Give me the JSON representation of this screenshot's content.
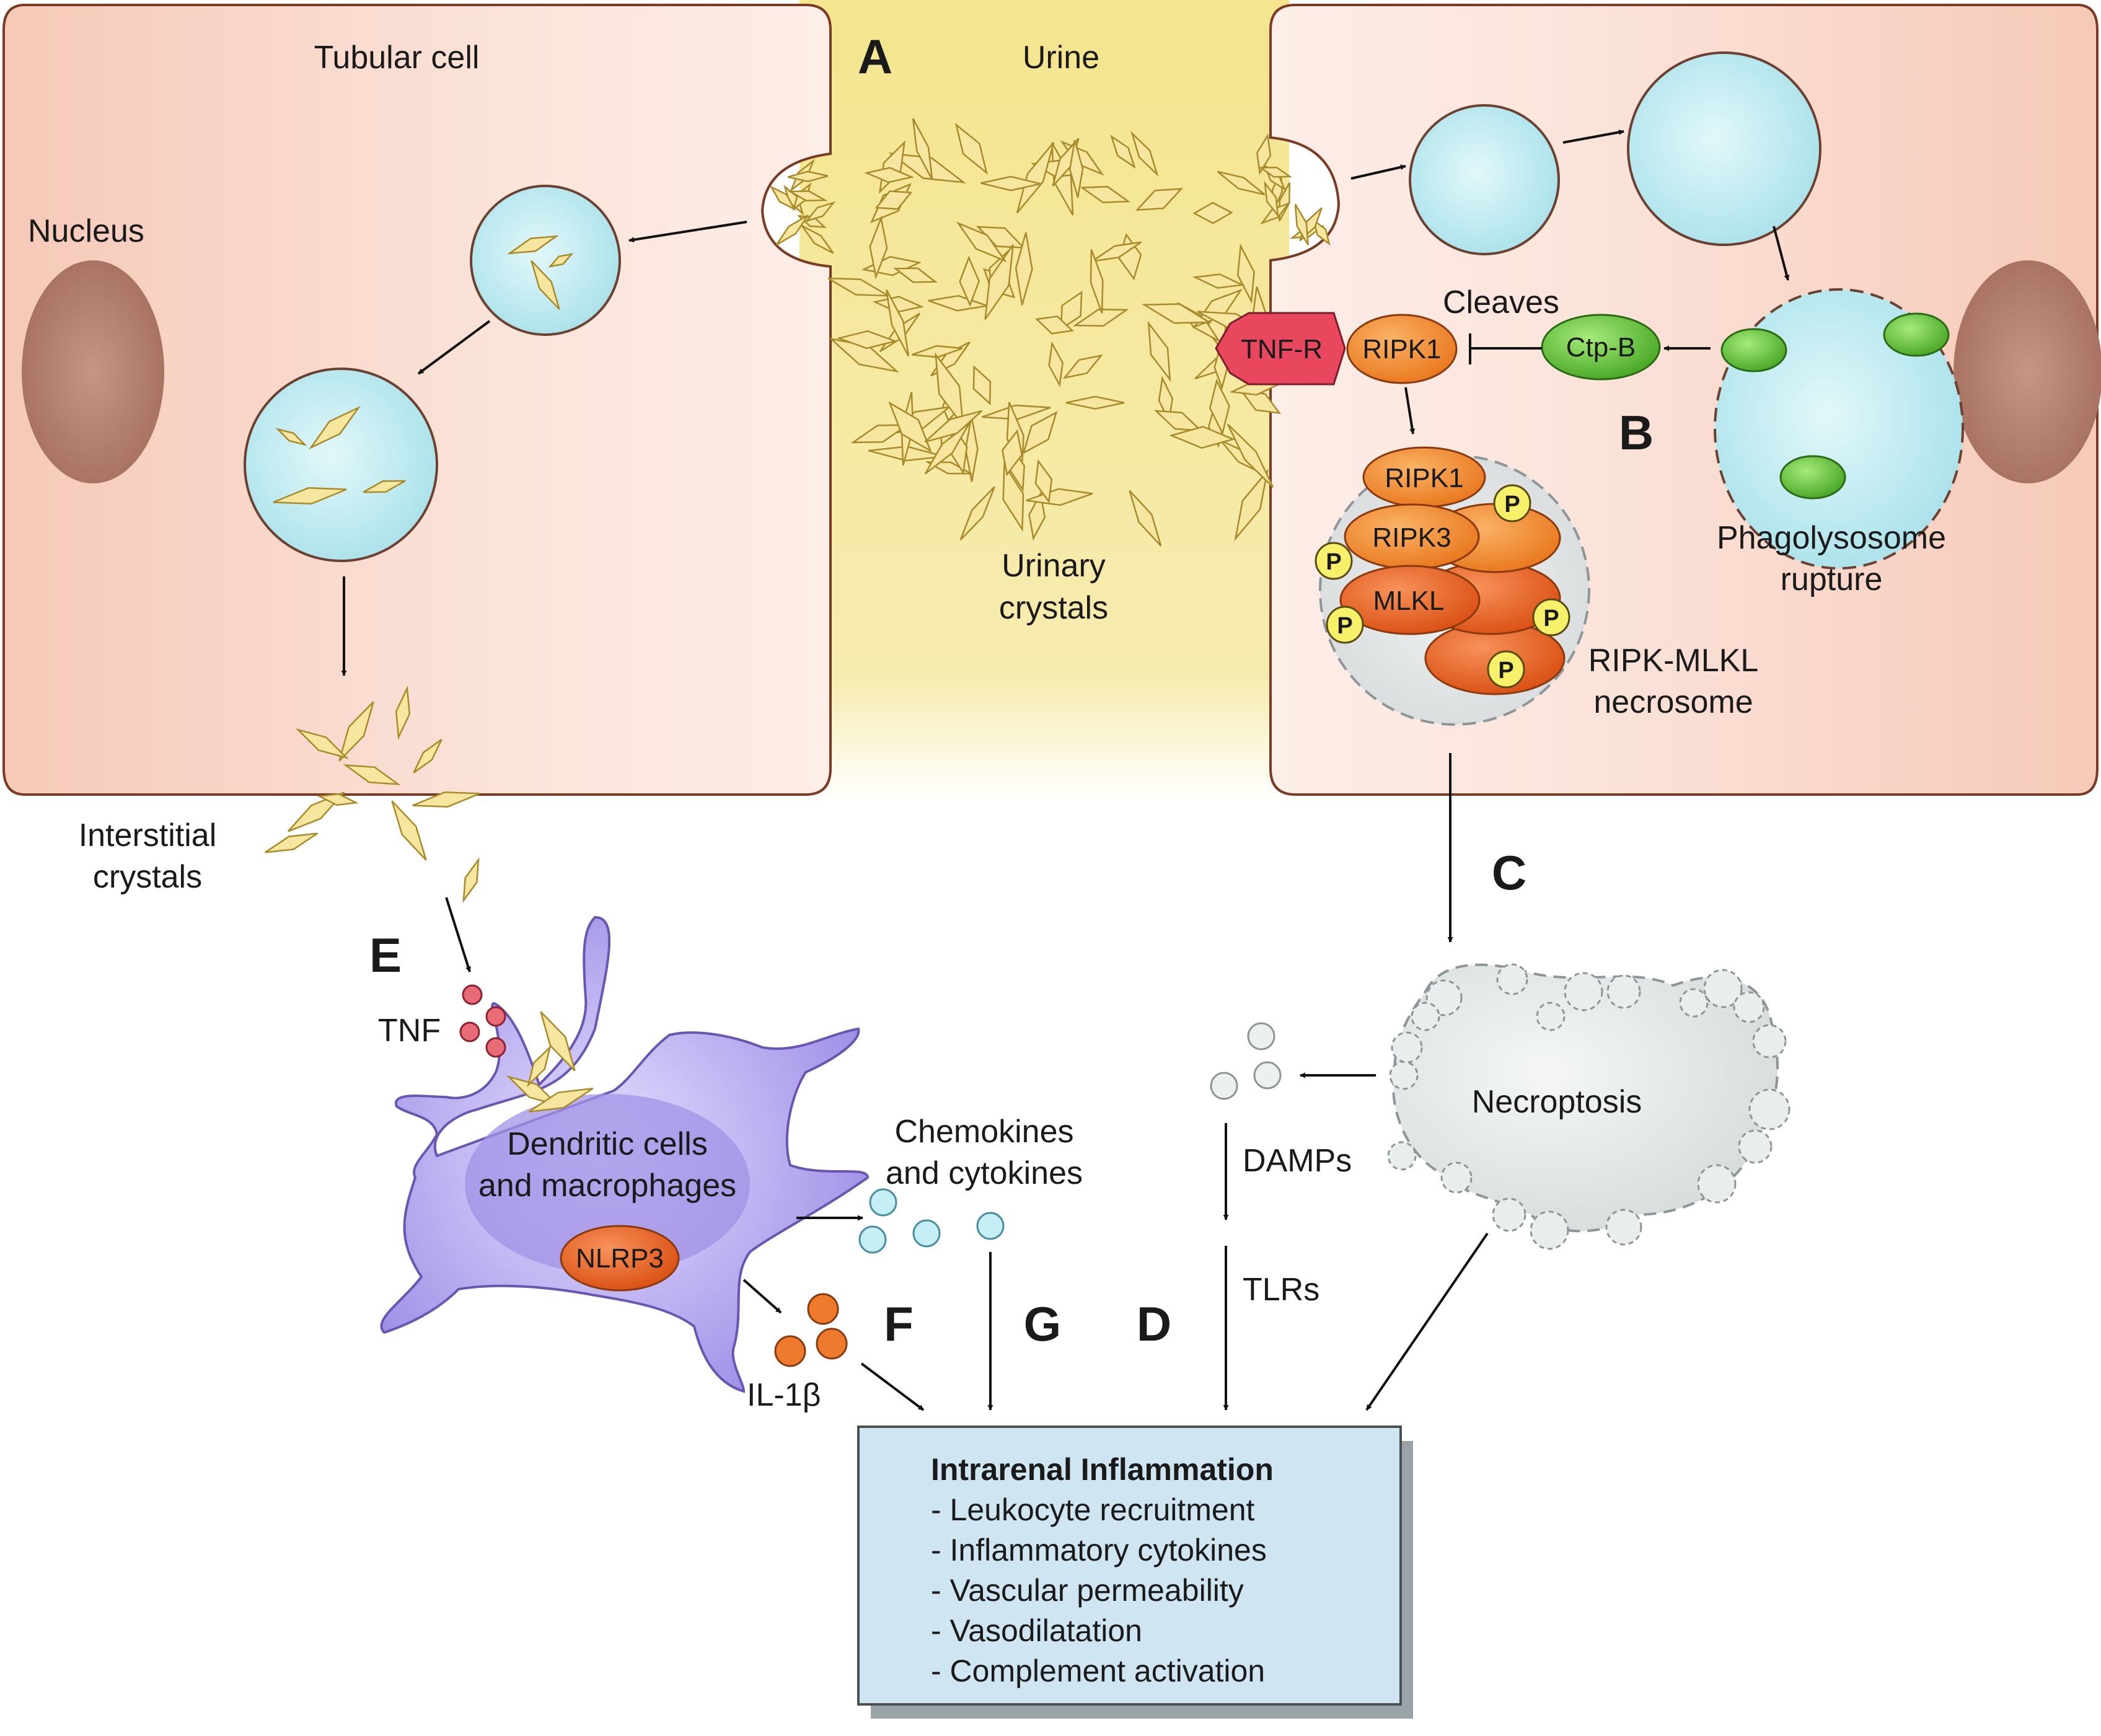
{
  "labels": {
    "tubular_cell": "Tubular cell",
    "urine": "Urine",
    "nucleus": "Nucleus",
    "urinary_crystals": [
      "Urinary",
      "crystals"
    ],
    "interstitial_crystals": [
      "Interstitial",
      "crystals"
    ],
    "cleaves": "Cleaves",
    "phagolysosome_rupture": [
      "Phagolysosome",
      "rupture"
    ],
    "necrosome": [
      "RIPK-MLKL",
      "necrosome"
    ],
    "necroptosis": "Necroptosis",
    "dendritic": [
      "Dendritic cells",
      "and macrophages"
    ],
    "chemokines": [
      "Chemokines",
      "and cytokines"
    ],
    "damps": "DAMPs",
    "tlrs": "TLRs",
    "tnf": "TNF",
    "il1b": "IL-1β"
  },
  "molecules": {
    "tnfr": "TNF-R",
    "ripk1": "RIPK1",
    "ctpb": "Ctp-B",
    "ripk3": "RIPK3",
    "mlkl": "MLKL",
    "nlrp3": "NLRP3",
    "phospho": "P"
  },
  "panels": {
    "a": "A",
    "b": "B",
    "c": "C",
    "d": "D",
    "e": "E",
    "f": "F",
    "g": "G"
  },
  "summary_box": {
    "title": "Intrarenal Inflammation",
    "items": [
      "- Leukocyte recruitment",
      "- Inflammatory cytokines",
      "- Vascular permeability",
      "- Vasodilatation",
      "- Complement activation"
    ]
  },
  "colors": {
    "cell_fill": "#f9d7cb",
    "cell_stroke": "#7a3b25",
    "urine": "#f6e89a",
    "crystal": "#f7e6a0",
    "vesicle": "#c5eef2",
    "nucleus": "#b98574",
    "tnfr": "#e8475e",
    "ripk": "#f39c3b",
    "mlkl": "#ea6a22",
    "ctpb": "#6ccb3a",
    "phospho": "#f7f06a",
    "macrophage": "#bbb0ee",
    "il1b": "#ee7a2e",
    "tnf": "#e86b78",
    "chemokine": "#a8e4f0",
    "damp": "#d7dcdd",
    "necroptosis": "#e2e6e7",
    "summary_box": "#cfe6f2"
  }
}
